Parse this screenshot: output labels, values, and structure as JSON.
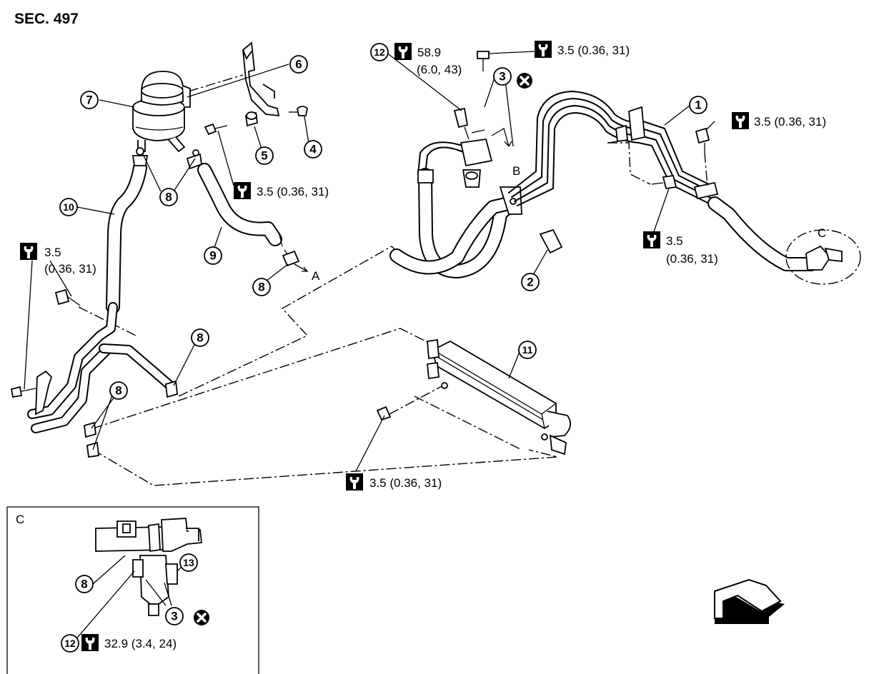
{
  "section": "SEC. 497",
  "torques": {
    "t12_top": {
      "value": "58.9",
      "detail": "(6.0, 43)"
    },
    "t_top_bolt": "3.5 (0.36, 31)",
    "t_right_bolt": "3.5 (0.36, 31)",
    "t_mid_bolt": "3.5 (0.36, 31)",
    "t_right_lower": {
      "value": "3.5",
      "detail": "(0.36, 31)"
    },
    "t_left": {
      "value": "3.5",
      "detail": "(0.36, 31)"
    },
    "t_cooler": "3.5 (0.36, 31)",
    "t_detail_c": "32.9 (3.4, 24)"
  },
  "callouts": {
    "c1": "1",
    "c2": "2",
    "c3": "3",
    "c4": "4",
    "c5": "5",
    "c6": "6",
    "c7": "7",
    "c8": "8",
    "c9": "9",
    "c10": "10",
    "c11": "11",
    "c12": "12",
    "c13": "13"
  },
  "letters": {
    "a": "A",
    "b": "B",
    "c": "C",
    "detail_c": "C"
  }
}
